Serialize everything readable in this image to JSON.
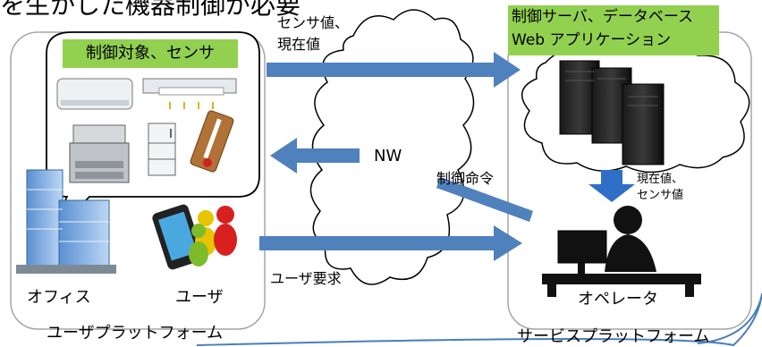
{
  "top_heading": "を生かした機器制御が必要",
  "controlled_label": "制御対象、センサ",
  "server_label_line1": "制御サーバ、データベース",
  "server_label_line2": "Web アプリケーション",
  "sensor_value_line1": "センサ値、",
  "sensor_value_line2": "現在値",
  "network_label": "NW",
  "control_command": "制御命令",
  "current_value_line1": "現在値、",
  "current_value_line2": "センサ値",
  "user_request": "ユーザ要求",
  "office_label": "オフィス",
  "user_label": "ユーザ",
  "operator_label": "オペレータ",
  "user_platform": "ユーザプラットフォーム",
  "service_platform": "サービスプラットフォーム",
  "colors": {
    "arrow": "#4f81bd",
    "label_bg": "#92d050",
    "frame": "#a6a6a6",
    "arc": "#4a7ebb"
  }
}
